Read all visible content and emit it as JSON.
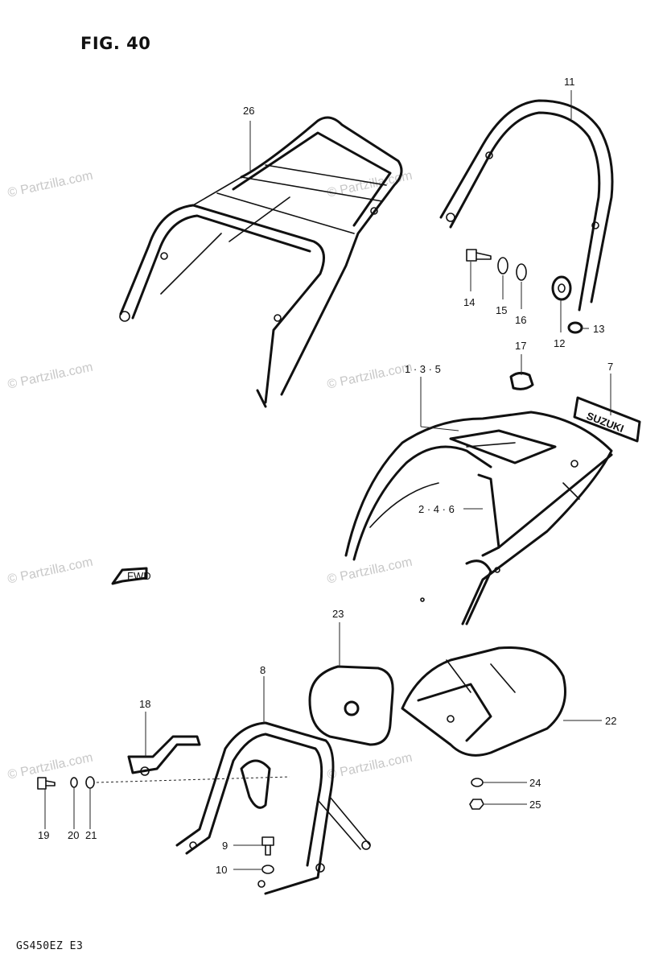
{
  "figure": {
    "title": "FIG. 40",
    "model_code": "GS450EZ  E3"
  },
  "watermark": {
    "text": "© Partzilla.com"
  },
  "arrow": {
    "text": "FWD"
  },
  "emblem": {
    "text": "SUZUKI"
  },
  "callouts": {
    "c26": "26",
    "c11": "11",
    "c14": "14",
    "c15": "15",
    "c16": "16",
    "c12": "12",
    "c13": "13",
    "c17": "17",
    "c135": "1 · 3 · 5",
    "c7": "7",
    "c246": "2 · 4 · 6",
    "c23": "23",
    "c8": "8",
    "c22": "22",
    "c18": "18",
    "c24": "24",
    "c25": "25",
    "c19": "19",
    "c20": "20",
    "c21": "21",
    "c9": "9",
    "c10": "10"
  },
  "colors": {
    "ink": "#111111",
    "watermark": "#9a9a9a"
  }
}
